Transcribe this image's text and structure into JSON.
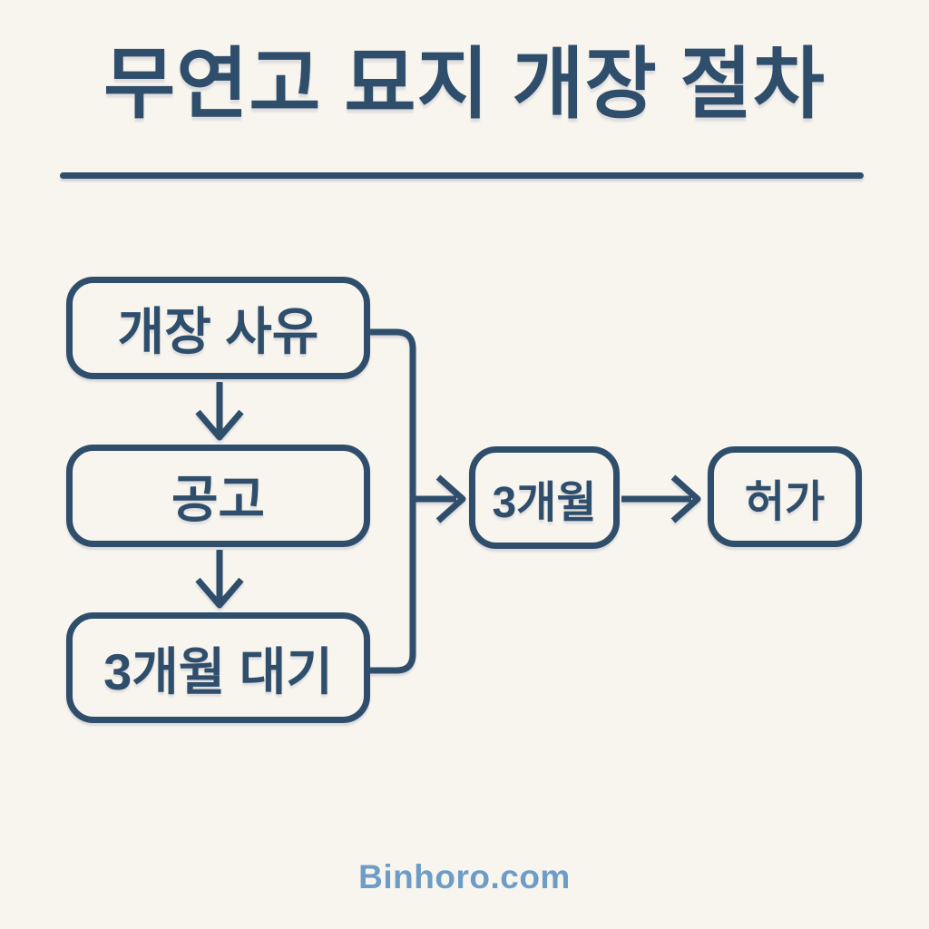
{
  "title": "무연고 묘지 개장 절차",
  "footer": {
    "site": "Binhoro.com"
  },
  "colors": {
    "background": "#f8f5ee",
    "stroke": "#2f4e6b",
    "footer_text": "#6d9dc7"
  },
  "flowchart": {
    "nodes": [
      {
        "id": "open-reason",
        "label": "개장 사유"
      },
      {
        "id": "notice",
        "label": "공고"
      },
      {
        "id": "wait-3-months",
        "label": "3개월 대기"
      },
      {
        "id": "three-months",
        "label": "3개월"
      },
      {
        "id": "permit",
        "label": "허가"
      }
    ],
    "edges": [
      {
        "from": "open-reason",
        "to": "notice",
        "type": "arrow-down"
      },
      {
        "from": "notice",
        "to": "wait-3-months",
        "type": "arrow-down"
      },
      {
        "from": "open-reason",
        "to": "three-months",
        "type": "merge-bracket-arrow-right"
      },
      {
        "from": "wait-3-months",
        "to": "three-months",
        "type": "merge-bracket-arrow-right"
      },
      {
        "from": "three-months",
        "to": "permit",
        "type": "arrow-right"
      }
    ]
  }
}
